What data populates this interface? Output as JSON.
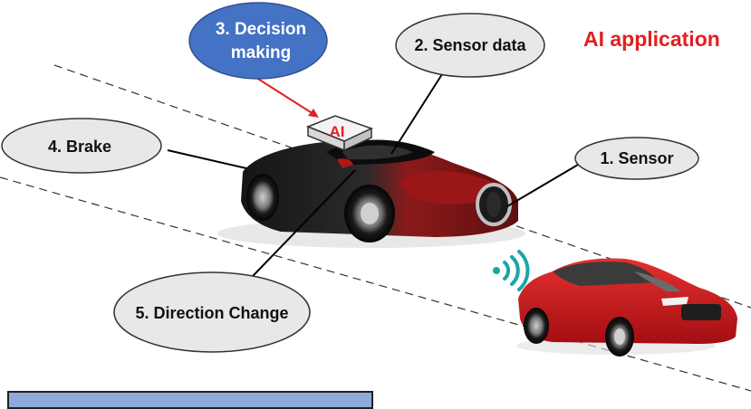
{
  "title": "AI application",
  "colors": {
    "title": "#e02020",
    "bubble_fill": "#e8e8e8",
    "decision_fill": "#4472c4",
    "decision_text": "#ffffff",
    "connector_red": "#e02020",
    "bottom_box": "#8eaadb",
    "sensor_wave": "#1aa6a6"
  },
  "steps": {
    "sensor": "1. Sensor",
    "sensor_data": "2. Sensor data",
    "decision_line1": "3. Decision",
    "decision_line2": "making",
    "brake": "4. Brake",
    "direction_change": "5. Direction Change"
  },
  "ai_box_label": "AI",
  "icons": {
    "wave": "wireless-signal-icon",
    "car_black": "sports-car-black-red",
    "car_red": "sedan-red"
  }
}
